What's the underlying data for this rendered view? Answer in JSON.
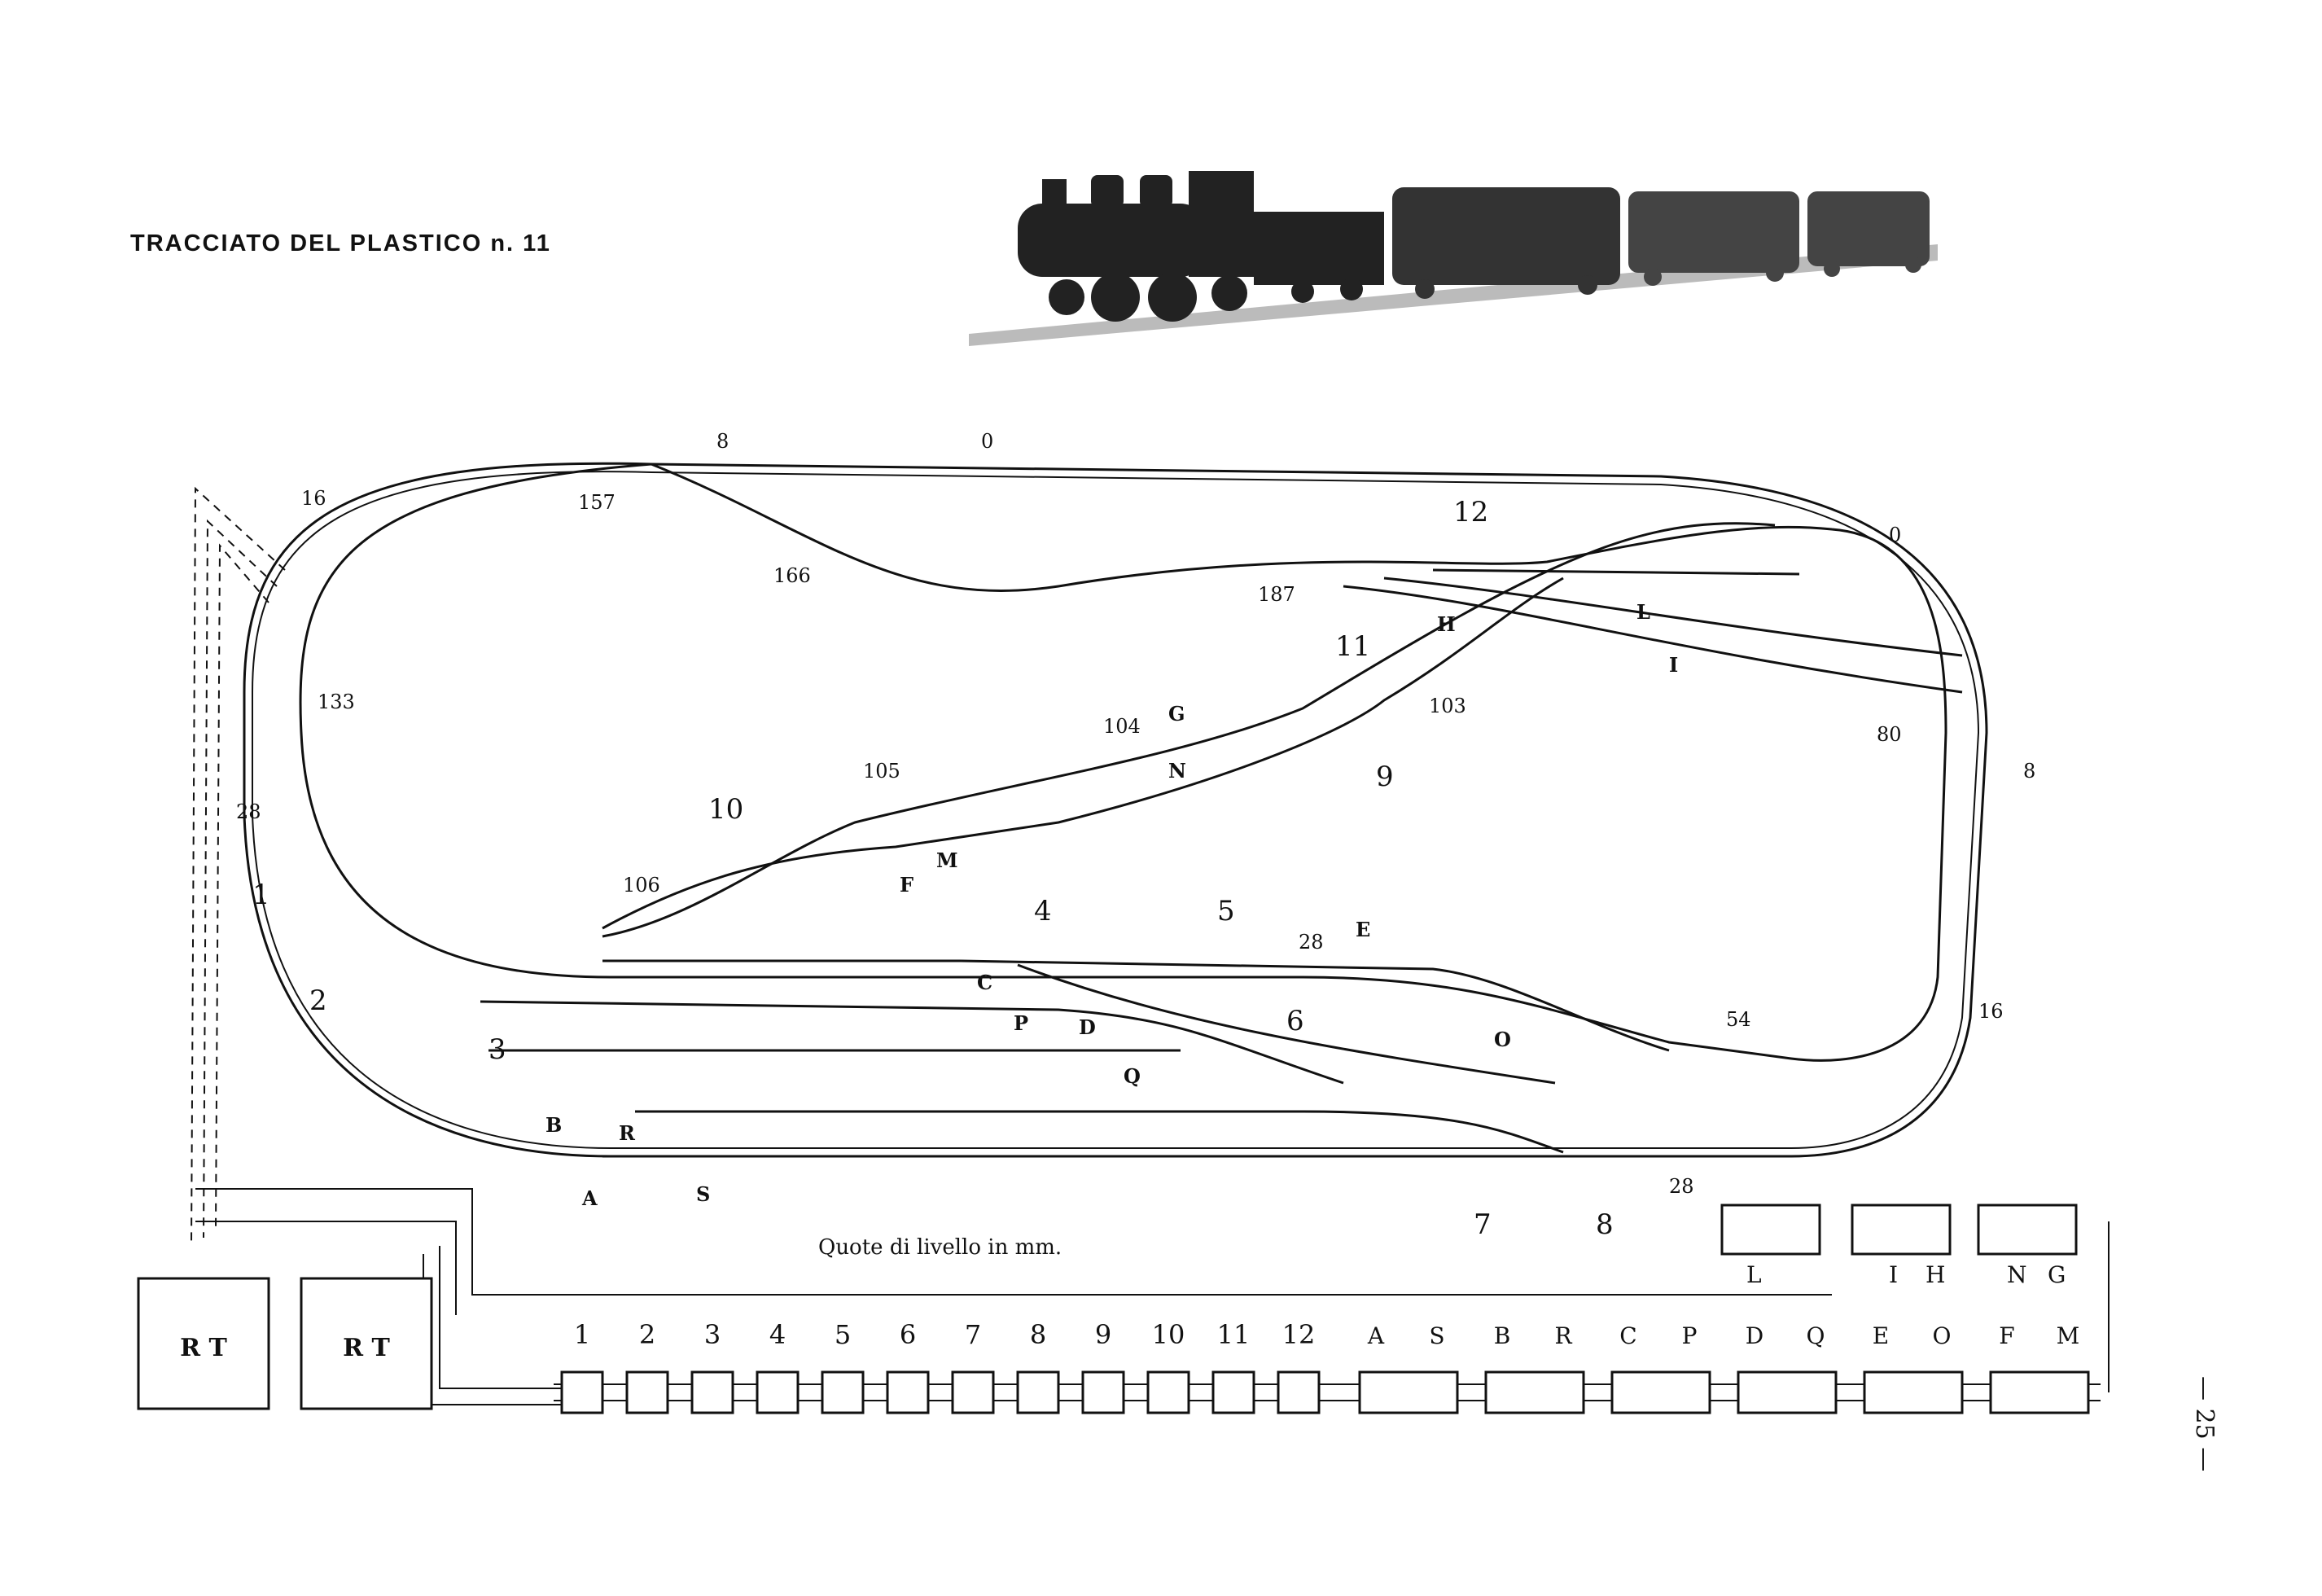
{
  "title": "TRACCIATO DEL PLASTICO n. 11",
  "page_number": "— 25 —",
  "level_caption": "Quote di livello in mm.",
  "level_marks": [
    "8",
    "0",
    "0",
    "157",
    "166",
    "187",
    "16",
    "133",
    "28",
    "104",
    "105",
    "103",
    "106",
    "80",
    "8",
    "28",
    "54",
    "16",
    "28"
  ],
  "track_numbers": [
    "1",
    "2",
    "3",
    "4",
    "5",
    "6",
    "7",
    "8",
    "9",
    "10",
    "11",
    "12"
  ],
  "signal_letters": [
    "A",
    "B",
    "C",
    "D",
    "E",
    "F",
    "G",
    "H",
    "I",
    "L",
    "M",
    "N",
    "O",
    "P",
    "Q",
    "R",
    "S"
  ],
  "transformer_label": "R T",
  "panel_labels": [
    "1",
    "2",
    "3",
    "4",
    "5",
    "6",
    "7",
    "8",
    "9",
    "10",
    "11",
    "12",
    "A",
    "S",
    "B",
    "R",
    "C",
    "P",
    "D",
    "Q",
    "E",
    "O",
    "F",
    "M"
  ],
  "upper_panel_labels": [
    "L",
    "I",
    "H",
    "N",
    "G"
  ]
}
